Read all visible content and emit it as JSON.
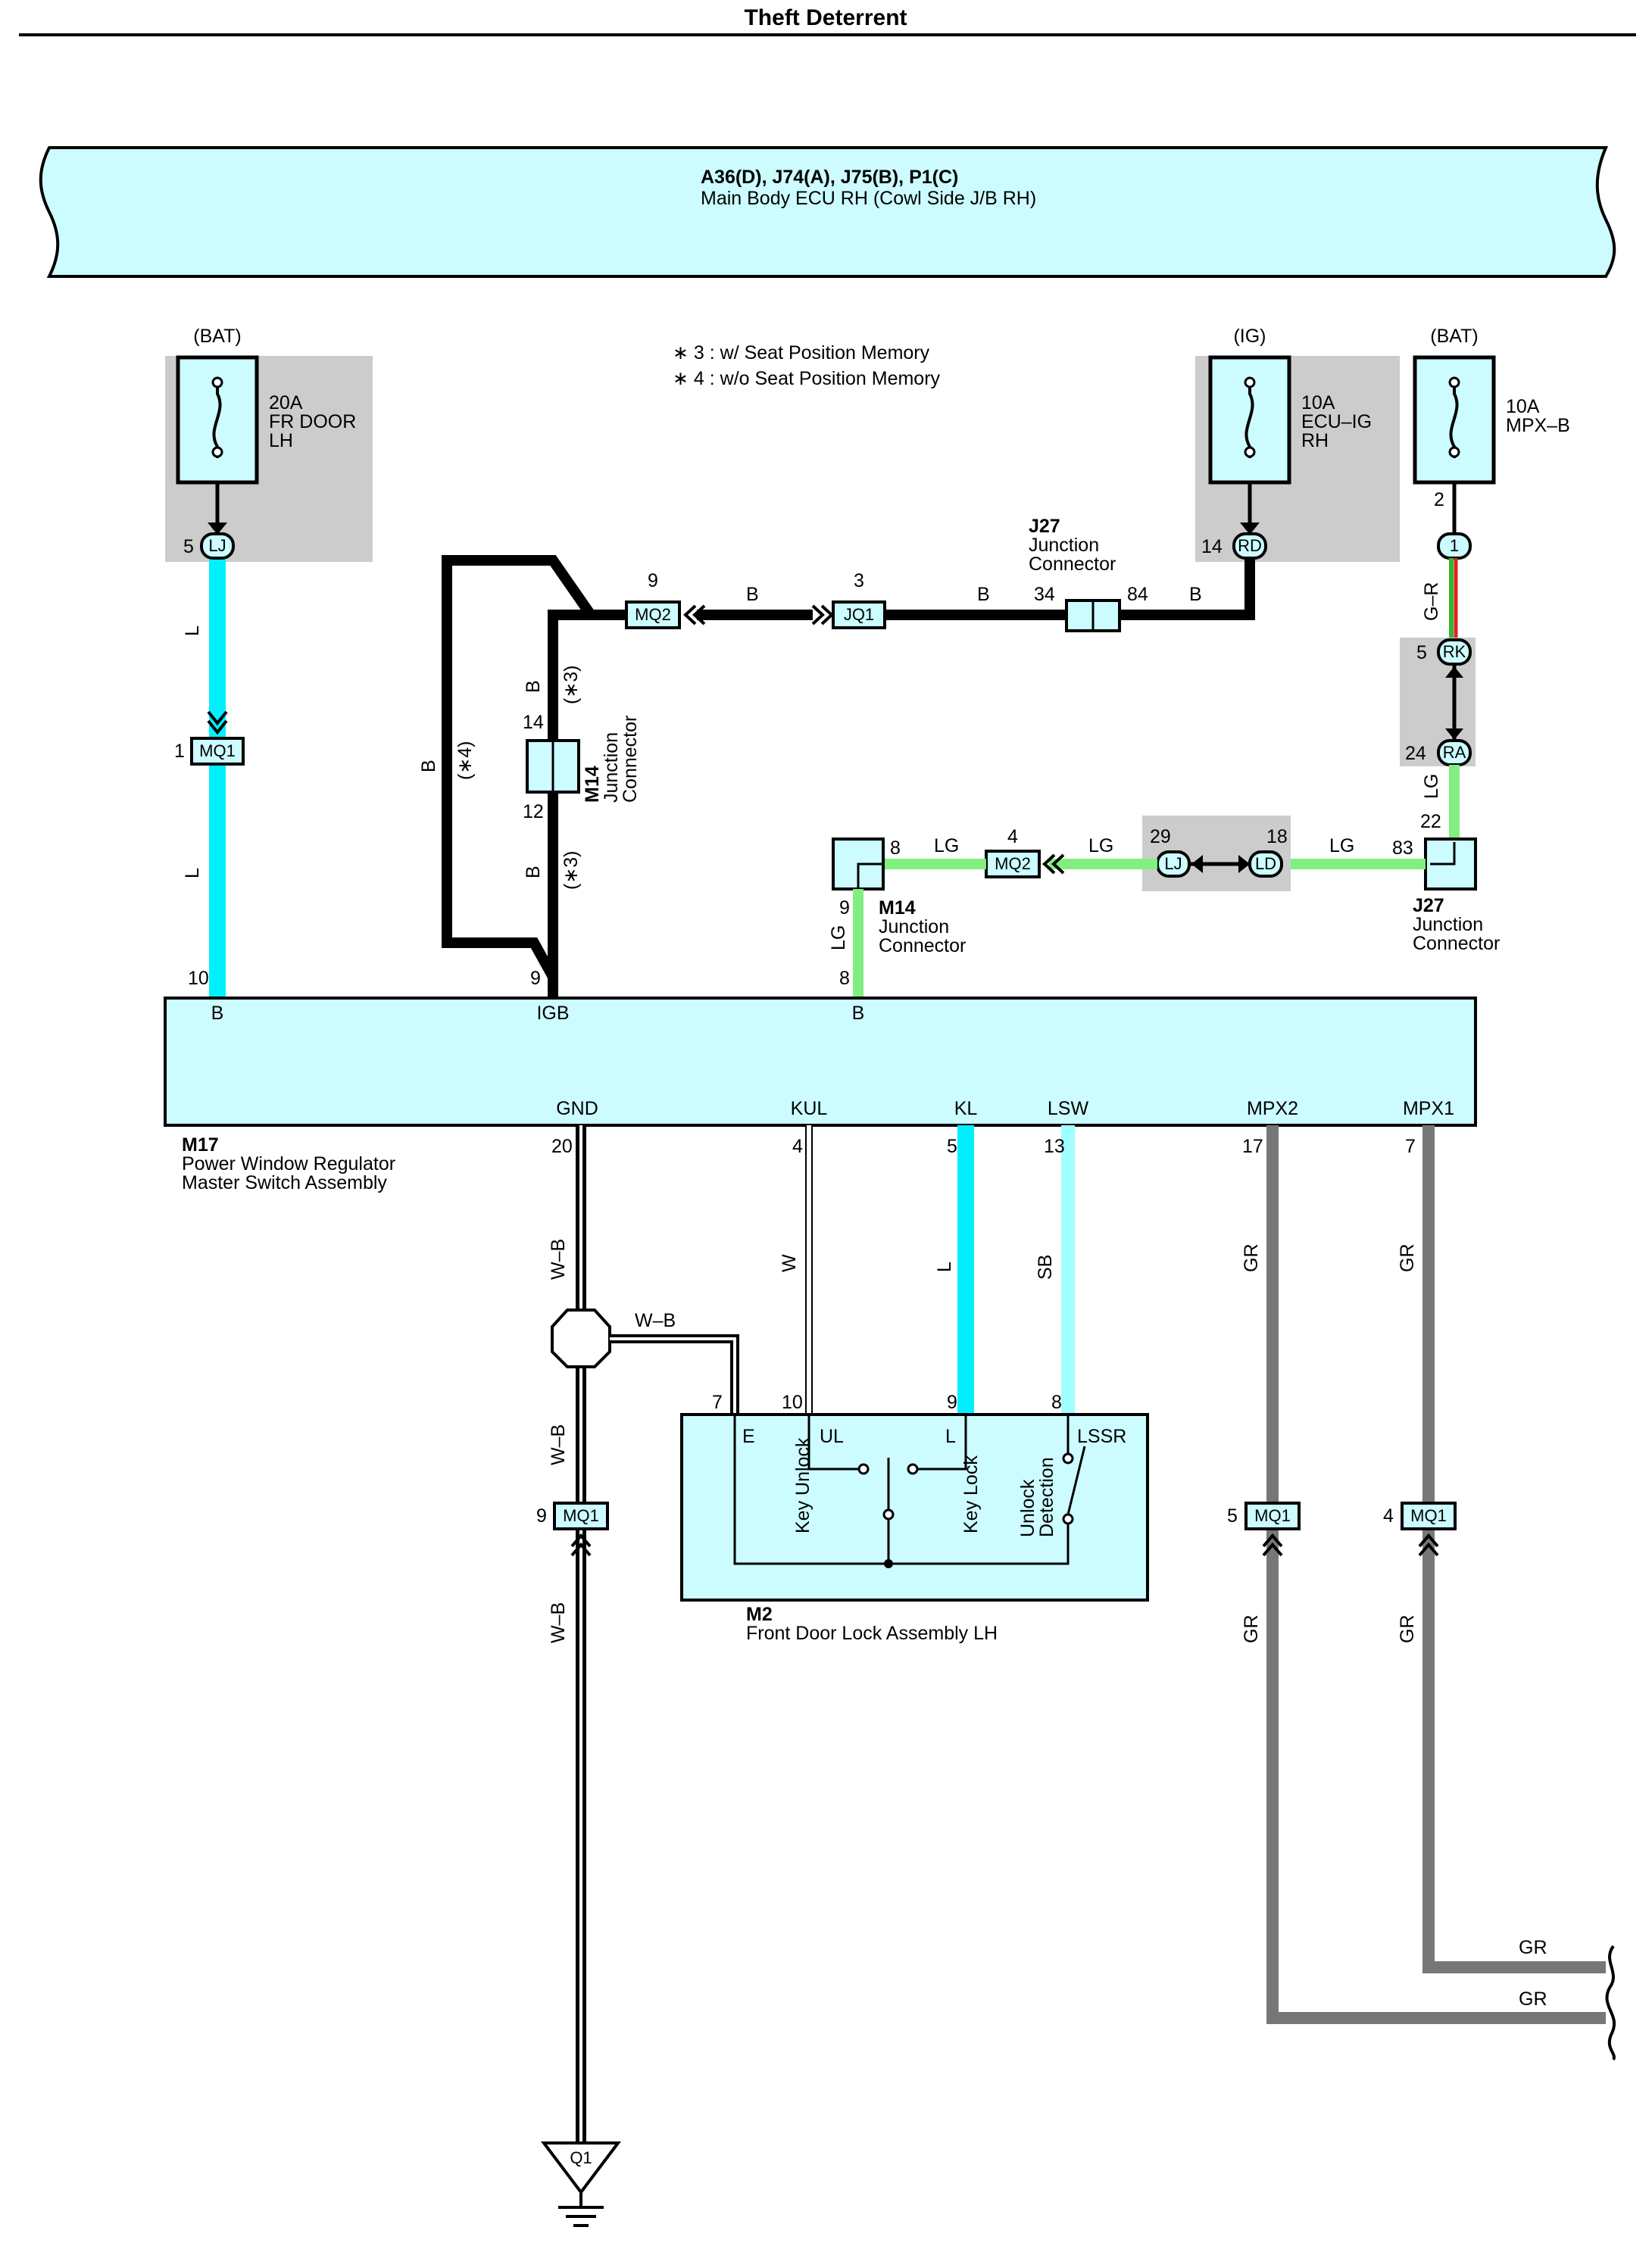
{
  "page": {
    "title": "Theft Deterrent"
  },
  "colors": {
    "cyan": "#00f0ff",
    "light_cyan": "#ccfcff",
    "light_blue": "#a0ffff",
    "green": "#80ee80",
    "grey_fill": "#cccccc",
    "wire_grey": "#777777",
    "black": "#000000"
  },
  "legend": {
    "note3": "∗ 3 : w/ Seat Position Memory",
    "note4": "∗ 4 : w/o Seat Position Memory"
  },
  "ecu": {
    "line1": "A36(D), J74(A), J75(B), P1(C)",
    "line2": "Main Body ECU RH (Cowl Side J/B RH)"
  },
  "fuses": {
    "left": {
      "source": "(BAT)",
      "l1": "20A",
      "l2": "FR DOOR",
      "l3": "LH",
      "pin": "5",
      "conn": "LJ"
    },
    "ig": {
      "source": "(IG)",
      "l1": "10A",
      "l2": "ECU–IG",
      "l3": "RH",
      "pin": "14",
      "conn": "RD"
    },
    "mpx": {
      "source": "(BAT)",
      "l1": "10A",
      "l2": "MPX–B",
      "pin": "2",
      "conn": "1"
    }
  },
  "wires": {
    "L": "L",
    "B": "B",
    "LG": "LG",
    "GR": "GR",
    "WB": "W–B",
    "W": "W",
    "SB": "SB",
    "GR_long": "G–R"
  },
  "connectors": {
    "MQ1": "MQ1",
    "MQ2": "MQ2",
    "JQ1": "JQ1",
    "RK": "RK",
    "RA": "RA",
    "LJ": "LJ",
    "LD": "LD",
    "Q1": "Q1"
  },
  "pins": {
    "mq1_top": "1",
    "mq2_top": "9",
    "jq1": "3",
    "j27_in": "34",
    "j27_out": "84",
    "m14a_top": "14",
    "m14a_bot": "12",
    "rk": "5",
    "ra": "24",
    "j27b_top": "22",
    "j27b_left": "83",
    "ld": "18",
    "lj": "29",
    "mq2_mid": "4",
    "m14b_right": "8",
    "m14b_bot": "9",
    "m17_b1": "10",
    "m17_igb": "9",
    "m17_b2": "8",
    "m17_gnd": "20",
    "m17_kul": "4",
    "m17_kl": "5",
    "m17_lsw": "13",
    "m17_mpx2": "17",
    "m17_mpx1": "7",
    "m2_e": "7",
    "m2_ul": "10",
    "m2_l": "9",
    "m2_lssr": "8",
    "mq1_bot": "9",
    "mq1_mpx2": "5",
    "mq1_mpx1": "4"
  },
  "labels": {
    "star3": "(∗3)",
    "star4": "(∗4)",
    "j27_name": "J27",
    "j27_desc1": "Junction",
    "j27_desc2": "Connector",
    "m14_name": "M14",
    "m14_desc1": "Junction",
    "m14_desc2": "Connector"
  },
  "m17": {
    "name": "M17",
    "desc1": "Power Window Regulator",
    "desc2": "Master Switch Assembly",
    "pin_b1": "B",
    "pin_igb": "IGB",
    "pin_b2": "B",
    "pin_gnd": "GND",
    "pin_kul": "KUL",
    "pin_kl": "KL",
    "pin_lsw": "LSW",
    "pin_mpx2": "MPX2",
    "pin_mpx1": "MPX1"
  },
  "m2": {
    "name": "M2",
    "desc": "Front Door Lock Assembly LH",
    "pin_e": "E",
    "pin_ul": "UL",
    "pin_l": "L",
    "pin_lssr": "LSSR",
    "sw_unlock": "Key Unlock",
    "sw_lock": "Key Lock",
    "det1": "Unlock",
    "det2": "Detection"
  }
}
